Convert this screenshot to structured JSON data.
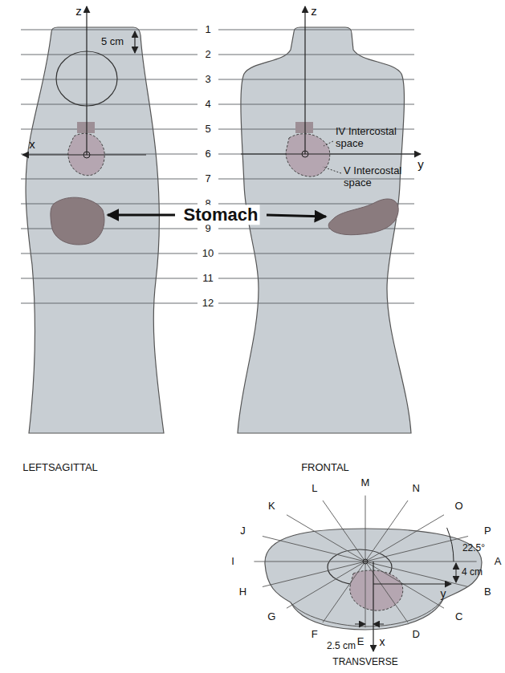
{
  "diagram": {
    "labels": [
      "z",
      "5 cm",
      "1",
      "2",
      "3",
      "4",
      "5",
      "6",
      "7",
      "8",
      "9",
      "10",
      "11",
      "12",
      "x",
      "z",
      "y",
      "IV Intercostal space",
      "V Intercostal space",
      "Stomach",
      "LEFTSAGITTAL",
      "FRONTAL",
      "A",
      "B",
      "C",
      "D",
      "E",
      "F",
      "G",
      "H",
      "I",
      "J",
      "K",
      "L",
      "M",
      "N",
      "O",
      "P",
      "22.5°",
      "4 cm",
      "y",
      "2.5 cm",
      "x",
      "TRANSVERSE"
    ]
  }
}
